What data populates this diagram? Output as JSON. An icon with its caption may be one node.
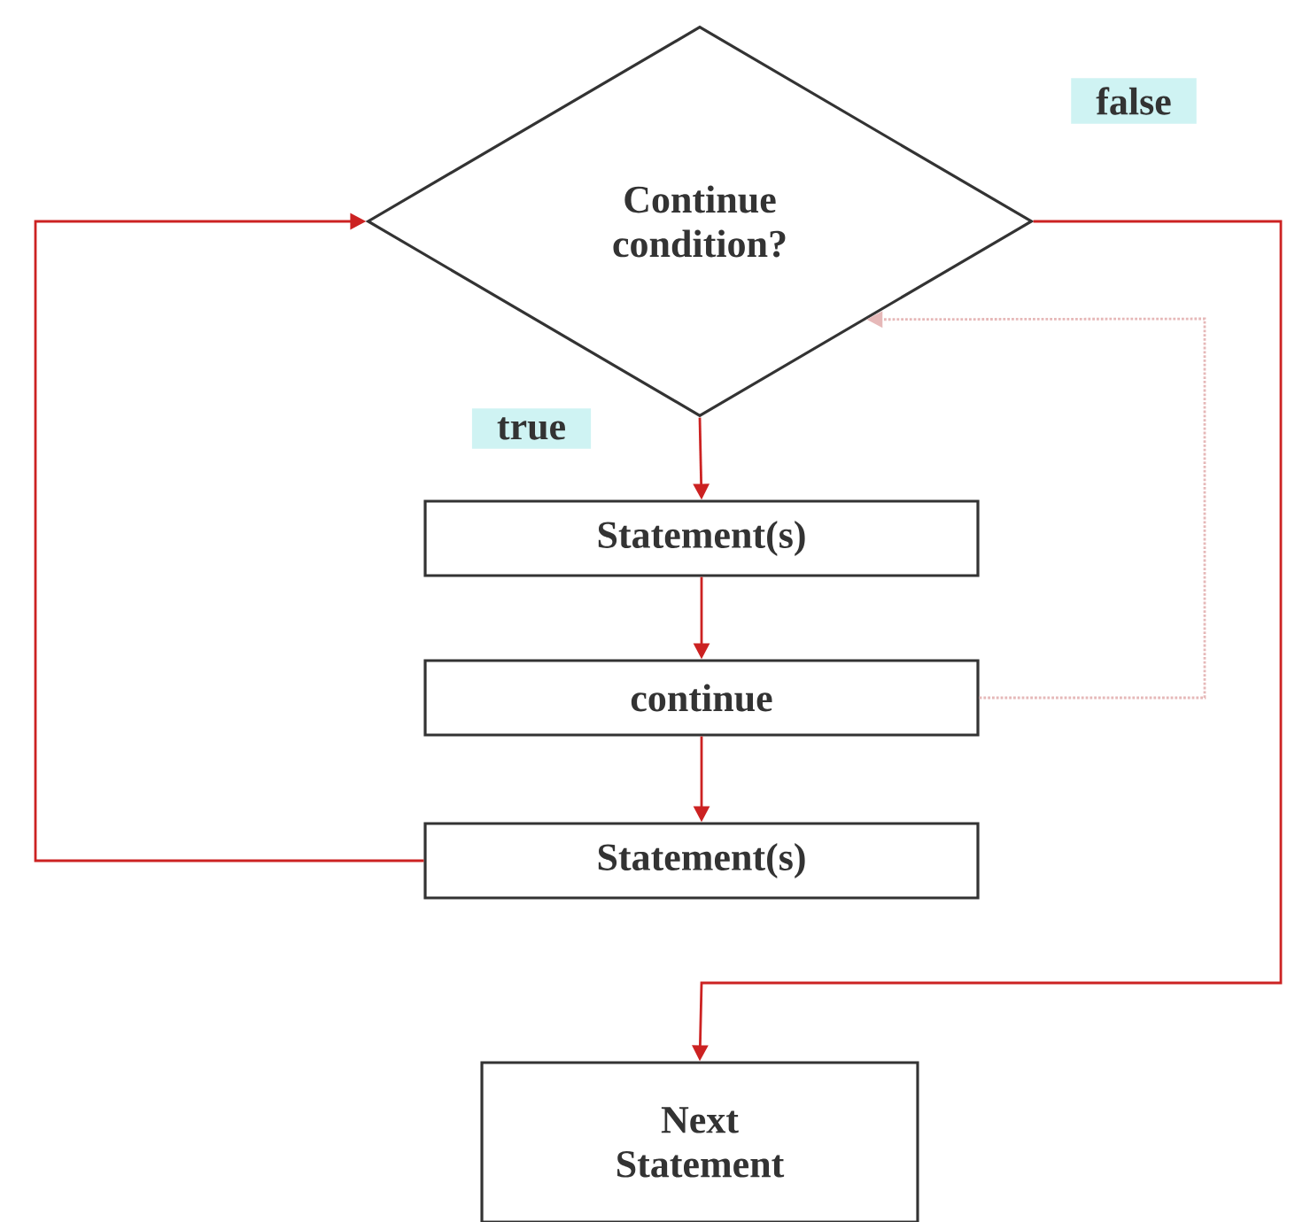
{
  "diagram": {
    "nodes": [
      {
        "text": [
          "Continue condition?"
        ]
      },
      {
        "text": [
          "Statement(s)"
        ]
      },
      {
        "text": [
          "continue"
        ]
      },
      {
        "text": [
          "Statement(s)"
        ]
      },
      {
        "text": [
          "Next Statement"
        ]
      }
    ],
    "edges": [
      {
        "from": 0,
        "to": 1,
        "arrow": "to",
        "label": "true"
      },
      {
        "from": 1,
        "to": 2,
        "arrow": "to"
      },
      {
        "from": 2,
        "to": 3,
        "arrow": "to"
      },
      {
        "from": 3,
        "to": 0,
        "arrow": "to"
      },
      {
        "from": 2,
        "to": 0,
        "arrow": "to",
        "style": "dashed",
        "color": "#e6b8b8"
      },
      {
        "from": 0,
        "to": 4,
        "arrow": "to",
        "label": "false"
      }
    ]
  }
}
